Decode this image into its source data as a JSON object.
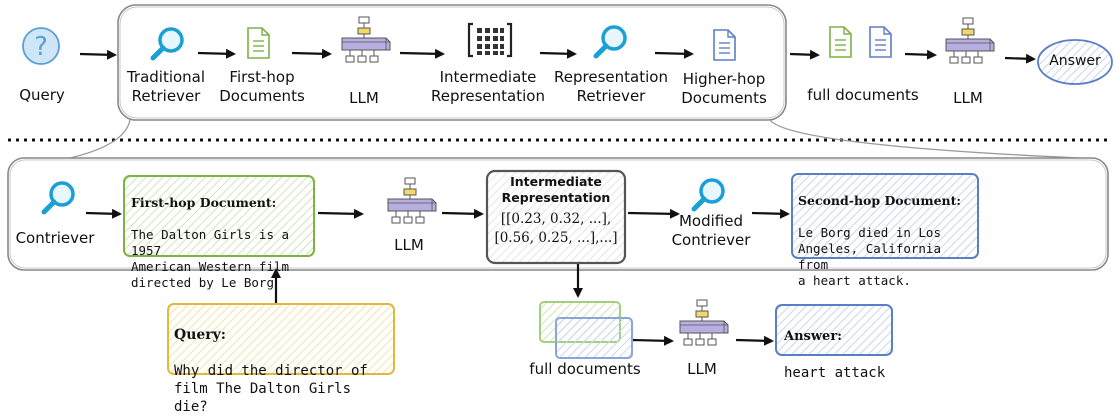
{
  "top": {
    "query": "Query",
    "traditional_retriever": "Traditional\nRetriever",
    "first_hop_documents": "First-hop\nDocuments",
    "llm_1": "LLM",
    "intermediate_representation": "Intermediate\nRepresentation",
    "representation_retriever": "Representation\nRetriever",
    "higher_hop_documents": "Higher-hop\nDocuments",
    "full_documents": "full documents",
    "llm_2": "LLM",
    "answer": "Answer"
  },
  "bottom": {
    "contriever": "Contriever",
    "first_hop_doc_title": "First-hop Document:",
    "first_hop_doc_text": "The Dalton Girls is a 1957\nAmerican Western film\ndirected by Le Borg",
    "llm_1": "LLM",
    "intermediate_title": "Intermediate\nRepresentation",
    "intermediate_vectors": "[[0.23, 0.32, ...],\n[0.56, 0.25, ...],...]",
    "modified_contriever": "Modified\nContriever",
    "second_hop_doc_title": "Second-hop Document:",
    "second_hop_doc_text": "Le Borg died in Los\nAngeles, California from\na heart attack.",
    "query_title": "Query:",
    "query_text": "Why did the director of\nfilm The Dalton Girls die?",
    "full_documents": "full documents",
    "llm_2": "LLM",
    "answer_title": "Answer:",
    "answer_text": "heart attack"
  },
  "colors": {
    "green": "#7cb342",
    "blue": "#5b7fc7",
    "yellow": "#e0b83c",
    "cyan": "#1a9fd6",
    "gray": "#9a9a9a"
  },
  "icons": [
    "question-icon",
    "search-icon",
    "document-icon",
    "llm-stack-icon",
    "matrix-icon"
  ]
}
